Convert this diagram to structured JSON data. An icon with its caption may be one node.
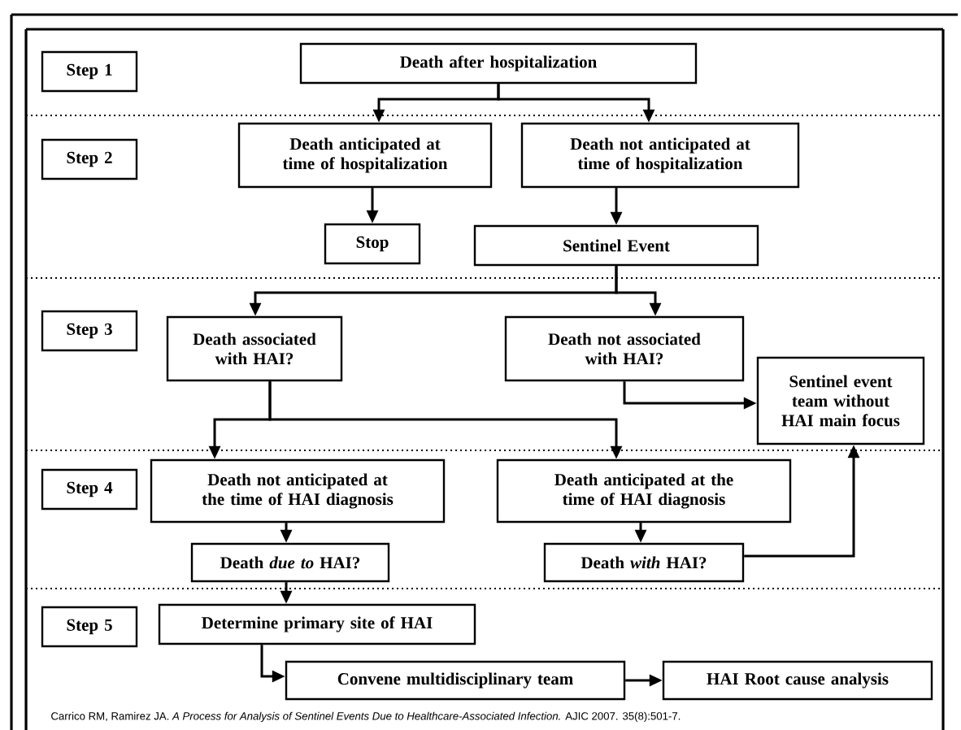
{
  "diagram": {
    "nodes": [
      {
        "text": [
          "Step 1"
        ]
      },
      {
        "text": [
          "Death after hospitalization"
        ]
      },
      {
        "text": [
          "Step 2"
        ]
      },
      {
        "text": [
          "Death anticipated at time of hospitalization"
        ]
      },
      {
        "text": [
          "Death not anticipated at time of hospitalization"
        ]
      },
      {
        "text": [
          "Stop"
        ]
      },
      {
        "text": [
          "Sentinel Event"
        ]
      },
      {
        "text": [
          "Step 3"
        ]
      },
      {
        "text": [
          "Death associated with HAI?"
        ]
      },
      {
        "text": [
          "Death not associated with HAI?"
        ]
      },
      {
        "text": [
          "Sentinel event team without HAI main focus"
        ]
      },
      {
        "text": [
          "Step 4"
        ]
      },
      {
        "text": [
          "Death not anticipated at the time of HAI diagnosis"
        ]
      },
      {
        "text": [
          "Death anticipated at the time of HAI diagnosis"
        ]
      },
      {
        "text": [
          "Death *due to* HAI?"
        ]
      },
      {
        "text": [
          "Death *with* HAI?"
        ]
      },
      {
        "text": [
          "Step 5"
        ]
      },
      {
        "text": [
          "Determine primary site of HAI"
        ]
      },
      {
        "text": [
          "Convene multidisciplinary team"
        ]
      },
      {
        "text": [
          "HAI Root cause analysis"
        ]
      }
    ],
    "edges": [
      {
        "from": 1,
        "to": 3,
        "arrow": "to"
      },
      {
        "from": 1,
        "to": 4,
        "arrow": "to"
      },
      {
        "from": 3,
        "to": 5,
        "arrow": "to"
      },
      {
        "from": 4,
        "to": 6,
        "arrow": "to"
      },
      {
        "from": 6,
        "to": 8,
        "arrow": "to"
      },
      {
        "from": 6,
        "to": 9,
        "arrow": "to"
      },
      {
        "from": 8,
        "to": 12,
        "arrow": "to"
      },
      {
        "from": 8,
        "to": 13,
        "arrow": "to"
      },
      {
        "from": 9,
        "to": 10,
        "arrow": "to"
      },
      {
        "from": 12,
        "to": 14,
        "arrow": "to"
      },
      {
        "from": 13,
        "to": 15,
        "arrow": "to"
      },
      {
        "from": 15,
        "to": 10,
        "arrow": "to"
      },
      {
        "from": 14,
        "to": 17,
        "arrow": "to"
      },
      {
        "from": 17,
        "to": 18,
        "arrow": "to"
      },
      {
        "from": 18,
        "to": 19,
        "arrow": "to"
      }
    ],
    "caption": "Carrico RM, Ramirez JA. *A Process for Analysis of Sentinel Events Due to Healthcare-Associated Infection.* AJIC 2007. 35(8):501-7."
  }
}
